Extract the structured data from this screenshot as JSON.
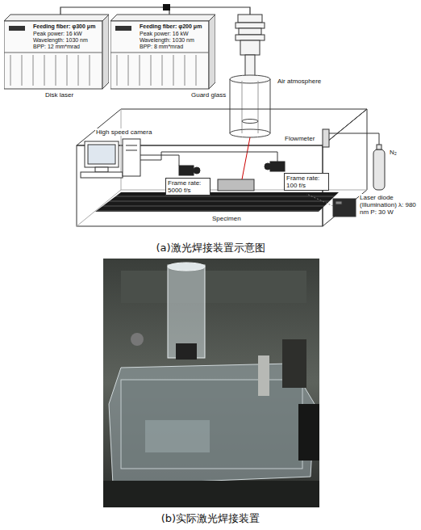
{
  "diagram": {
    "nodes": [
      {
        "text": [
          "Feeding fiber: φ300 μm",
          "Peak power: 16 kW Wavelength: 1030 nm BPP: 12 mm*mrad"
        ]
      },
      {
        "text": [
          "Feeding fiber: φ200 μm",
          "Peak power: 16 kW Wavelength: 1030 nm BPP: 8 mm*mrad"
        ]
      }
    ],
    "labels": [
      "Disk laser",
      "Guard glass",
      "Air atmosphere",
      "Flowmeter",
      "High speed camera",
      "Frame rate: 5000 f/s",
      "Frame rate: 100 f/s",
      "Specimen",
      "N₂",
      "Laser diode (Illumination) λ: 980 nm P: 30 W",
      "(a)激光焊接装置示意图",
      "(b)实际激光焊接装置"
    ]
  }
}
